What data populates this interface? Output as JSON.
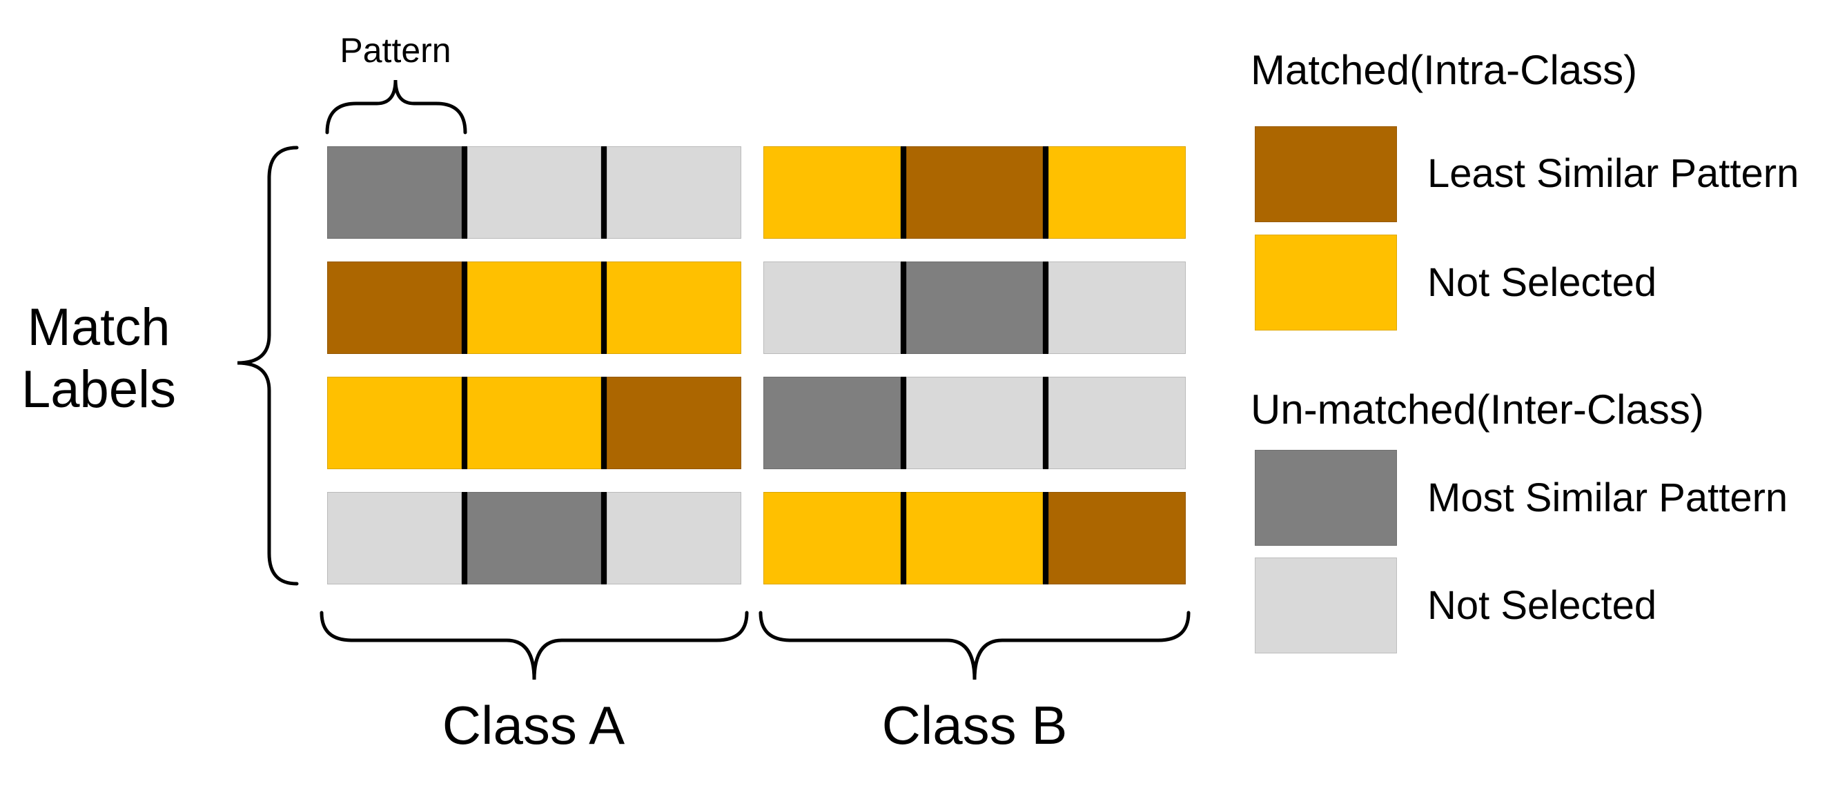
{
  "diagram_title": null,
  "labels": {
    "pattern": "Pattern",
    "match_line1": "Match",
    "match_line2": "Labels",
    "class_a": "Class A",
    "class_b": "Class B"
  },
  "colors": {
    "divider": "#000000",
    "least_similar": "#AC6600",
    "matched_not_selected": "#FFC000",
    "most_similar": "#7F7F7F",
    "unmatched_not_selected": "#D9D9D9"
  },
  "groups": [
    {
      "name": "Class A",
      "rows": [
        [
          "most_similar",
          "unmatched_not_selected",
          "unmatched_not_selected"
        ],
        [
          "least_similar",
          "matched_not_selected",
          "matched_not_selected"
        ],
        [
          "matched_not_selected",
          "matched_not_selected",
          "least_similar"
        ],
        [
          "unmatched_not_selected",
          "most_similar",
          "unmatched_not_selected"
        ]
      ]
    },
    {
      "name": "Class B",
      "rows": [
        [
          "matched_not_selected",
          "least_similar",
          "matched_not_selected"
        ],
        [
          "unmatched_not_selected",
          "most_similar",
          "unmatched_not_selected"
        ],
        [
          "most_similar",
          "unmatched_not_selected",
          "unmatched_not_selected"
        ],
        [
          "matched_not_selected",
          "matched_not_selected",
          "least_similar"
        ]
      ]
    }
  ],
  "legend": {
    "sections": [
      {
        "title": "Matched(Intra-Class)",
        "items": [
          {
            "swatch": "#AC6600",
            "label": "Least Similar Pattern"
          },
          {
            "swatch": "#FFC000",
            "label": "Not Selected"
          }
        ]
      },
      {
        "title": "Un-matched(Inter-Class)",
        "items": [
          {
            "swatch": "#7F7F7F",
            "label": "Most Similar Pattern"
          },
          {
            "swatch": "#D9D9D9",
            "label": "Not Selected"
          }
        ]
      }
    ]
  }
}
